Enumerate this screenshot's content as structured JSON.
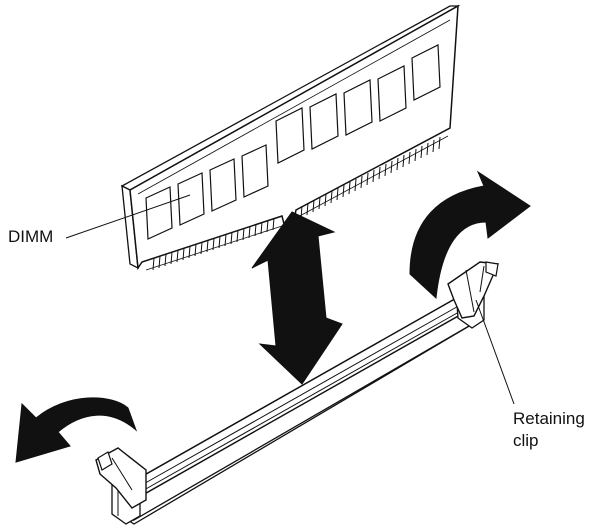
{
  "labels": {
    "dimm": "DIMM",
    "clip_line1": "Retaining",
    "clip_line2": "clip"
  },
  "colors": {
    "line": "#111111",
    "fill": "#ffffff",
    "arrow": "#111111"
  }
}
